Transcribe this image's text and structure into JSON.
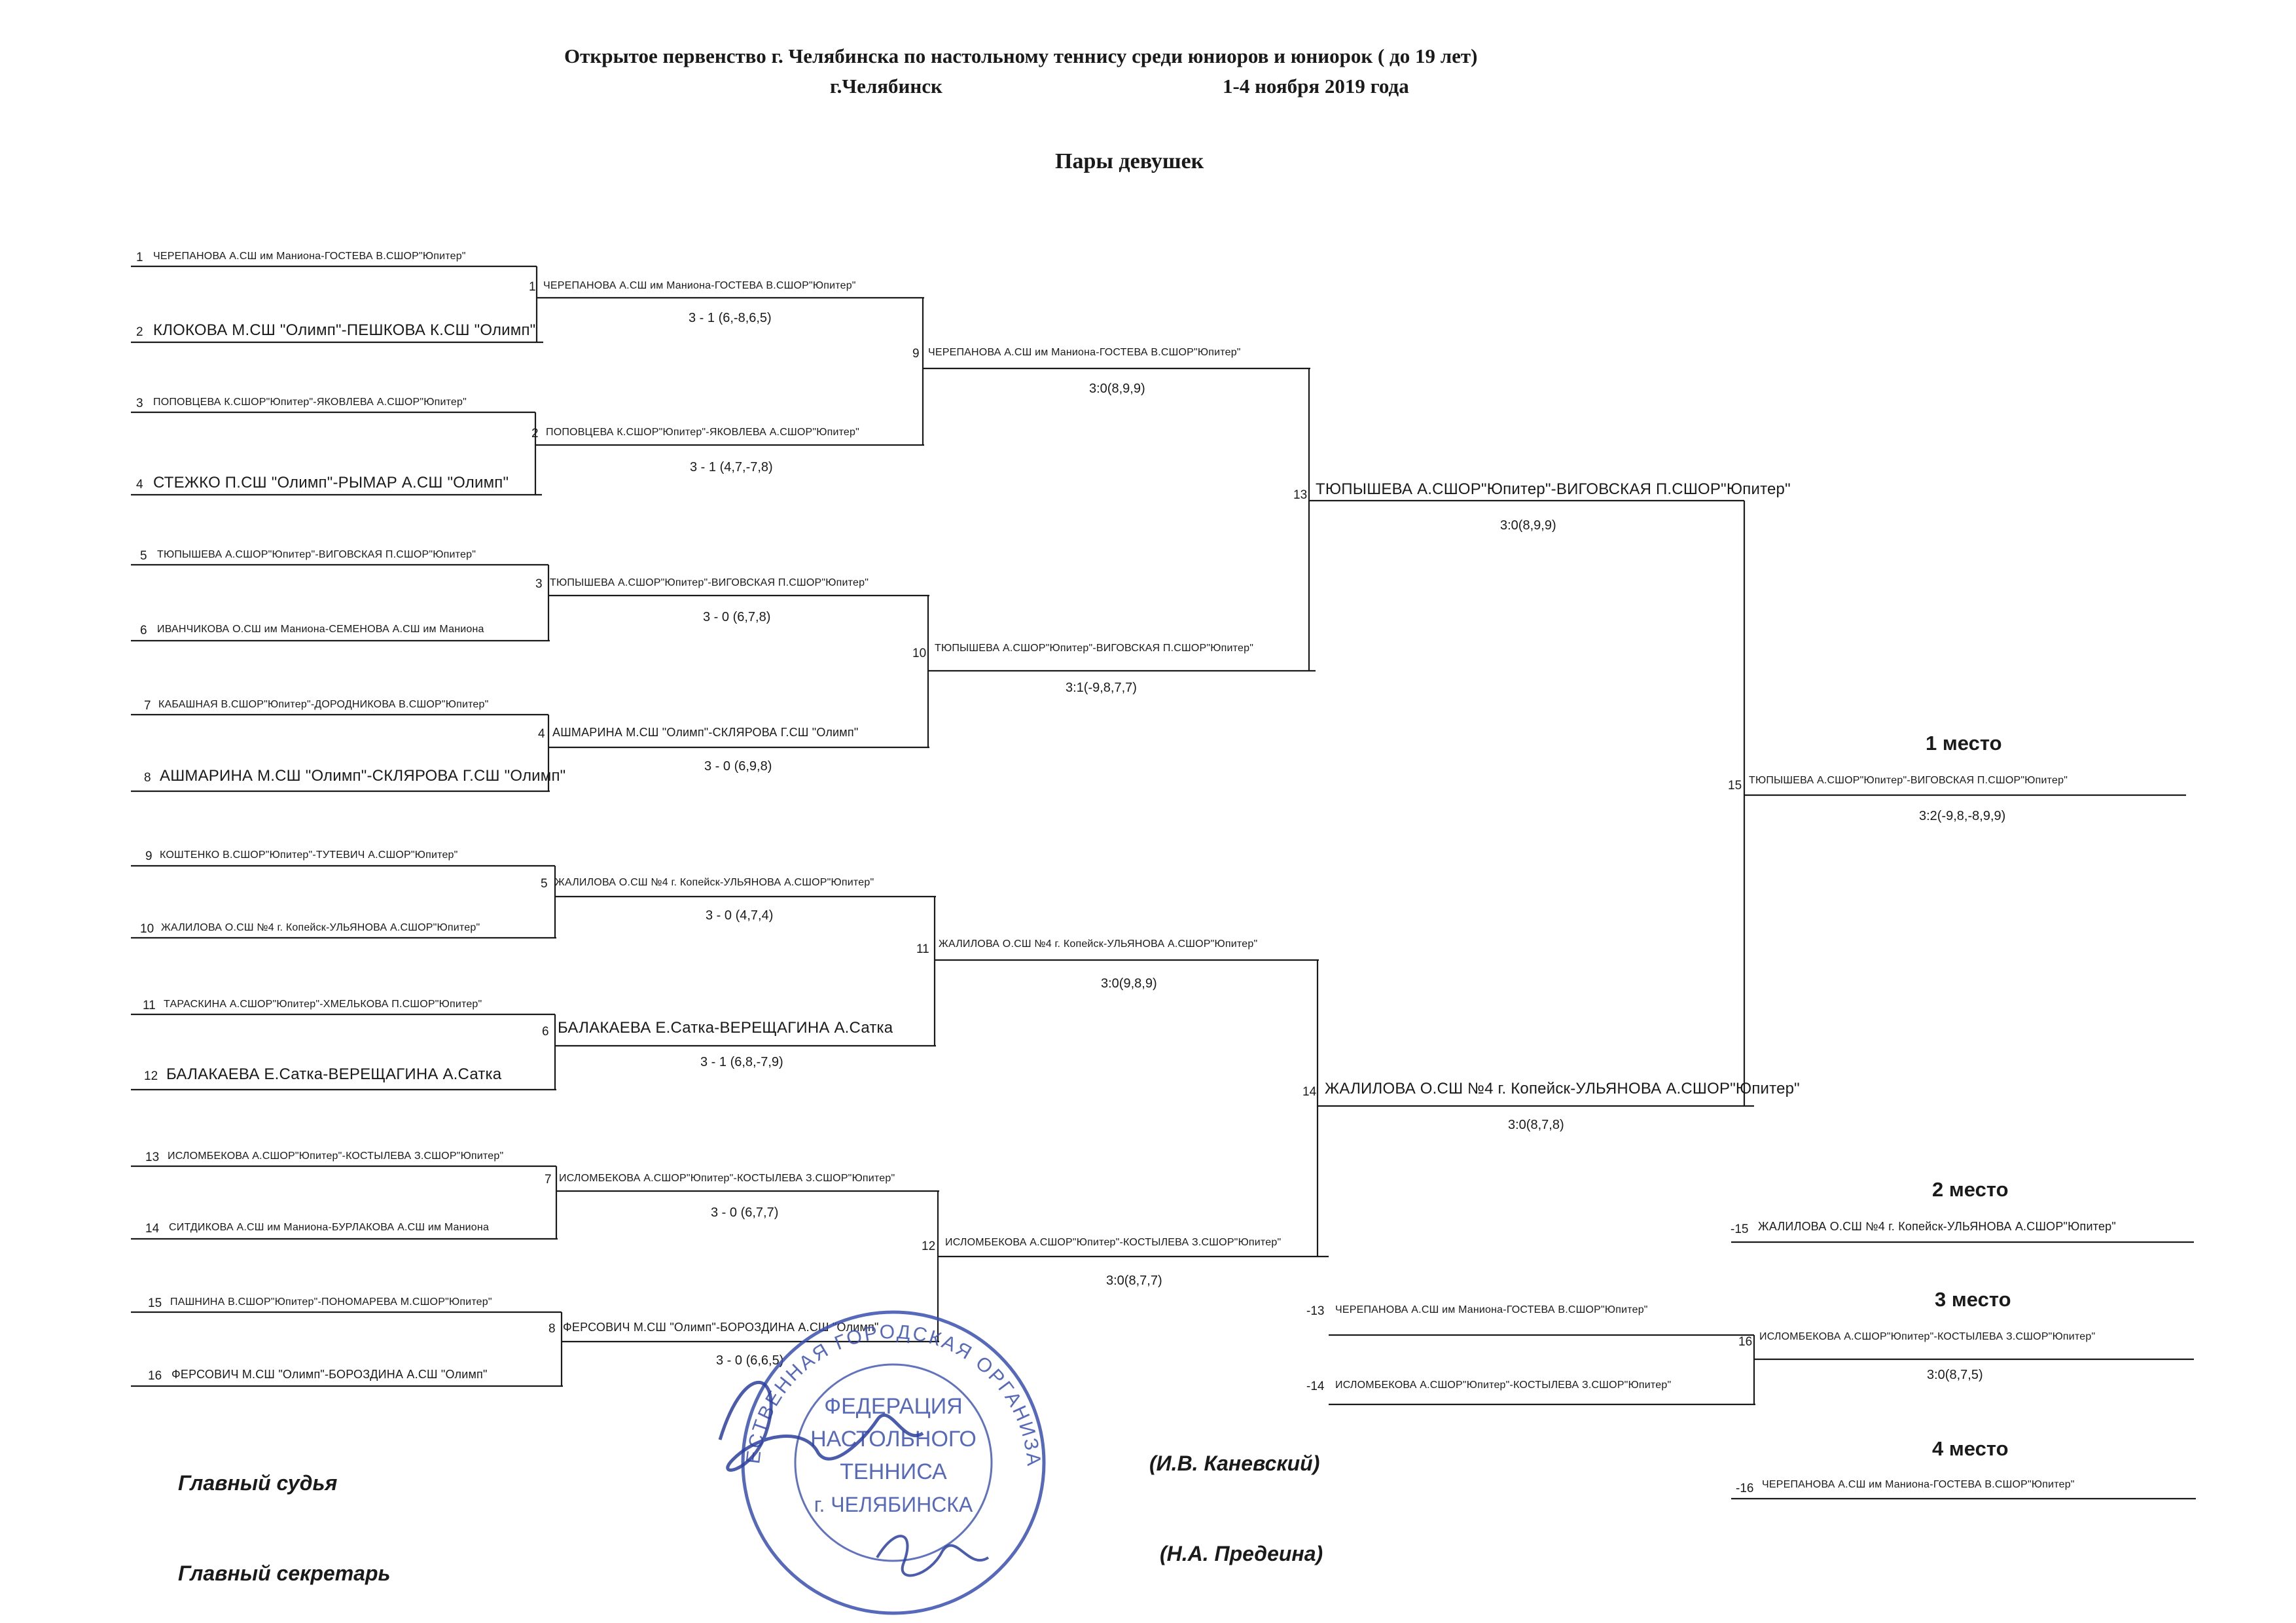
{
  "header": {
    "line1": "Открытое первенство г. Челябинска по настольному теннису среди юниоров и юниорок ( до 19 лет)",
    "city": "г.Челябинск",
    "dates": "1-4 ноября  2019 года",
    "title": "Пары девушек"
  },
  "round1": [
    {
      "seed": "1",
      "pair": "ЧЕРЕПАНОВА А.СШ им Маниона-ГОСТЕВА В.СШОР\"Юпитер\""
    },
    {
      "seed": "2",
      "pair": "КЛОКОВА М.СШ \"Олимп\"-ПЕШКОВА К.СШ \"Олимп\""
    },
    {
      "seed": "3",
      "pair": "ПОПОВЦЕВА К.СШОР\"Юпитер\"-ЯКОВЛЕВА А.СШОР\"Юпитер\""
    },
    {
      "seed": "4",
      "pair": "СТЕЖКО П.СШ \"Олимп\"-РЫМАР А.СШ \"Олимп\""
    },
    {
      "seed": "5",
      "pair": "ТЮПЫШЕВА А.СШОР\"Юпитер\"-ВИГОВСКАЯ П.СШОР\"Юпитер\""
    },
    {
      "seed": "6",
      "pair": "ИВАНЧИКОВА О.СШ им Маниона-СЕМЕНОВА А.СШ им Маниона"
    },
    {
      "seed": "7",
      "pair": "КАБАШНАЯ В.СШОР\"Юпитер\"-ДОРОДНИКОВА В.СШОР\"Юпитер\""
    },
    {
      "seed": "8",
      "pair": "АШМАРИНА М.СШ \"Олимп\"-СКЛЯРОВА Г.СШ \"Олимп\""
    },
    {
      "seed": "9",
      "pair": "КОШТЕНКО В.СШОР\"Юпитер\"-ТУТЕВИЧ А.СШОР\"Юпитер\""
    },
    {
      "seed": "10",
      "pair": "ЖАЛИЛОВА О.СШ №4 г. Копейск-УЛЬЯНОВА А.СШОР\"Юпитер\""
    },
    {
      "seed": "11",
      "pair": "ТАРАСКИНА А.СШОР\"Юпитер\"-ХМЕЛЬКОВА П.СШОР\"Юпитер\""
    },
    {
      "seed": "12",
      "pair": "БАЛАКАЕВА Е.Сатка-ВЕРЕЩАГИНА А.Сатка"
    },
    {
      "seed": "13",
      "pair": "ИСЛОМБЕКОВА А.СШОР\"Юпитер\"-КОСТЫЛЕВА З.СШОР\"Юпитер\""
    },
    {
      "seed": "14",
      "pair": "СИТДИКОВА А.СШ им Маниона-БУРЛАКОВА А.СШ им Маниона"
    },
    {
      "seed": "15",
      "pair": "ПАШНИНА В.СШОР\"Юпитер\"-ПОНОМАРЕВА М.СШОР\"Юпитер\""
    },
    {
      "seed": "16",
      "pair": "ФЕРСОВИЧ М.СШ \"Олимп\"-БОРОЗДИНА А.СШ \"Олимп\""
    }
  ],
  "round2": [
    {
      "match": "1",
      "winner": "ЧЕРЕПАНОВА А.СШ им Маниона-ГОСТЕВА В.СШОР\"Юпитер\"",
      "score": "3 - 1 (6,-8,6,5)"
    },
    {
      "match": "2",
      "winner": "ПОПОВЦЕВА К.СШОР\"Юпитер\"-ЯКОВЛЕВА А.СШОР\"Юпитер\"",
      "score": "3 - 1 (4,7,-7,8)"
    },
    {
      "match": "3",
      "winner": "ТЮПЫШЕВА А.СШОР\"Юпитер\"-ВИГОВСКАЯ П.СШОР\"Юпитер\"",
      "score": "3 - 0 (6,7,8)"
    },
    {
      "match": "4",
      "winner": "АШМАРИНА М.СШ \"Олимп\"-СКЛЯРОВА Г.СШ \"Олимп\"",
      "score": "3 - 0 (6,9,8)"
    },
    {
      "match": "5",
      "winner": "ЖАЛИЛОВА О.СШ №4 г. Копейск-УЛЬЯНОВА А.СШОР\"Юпитер\"",
      "score": "3 - 0 (4,7,4)"
    },
    {
      "match": "6",
      "winner": "БАЛАКАЕВА Е.Сатка-ВЕРЕЩАГИНА А.Сатка",
      "score": "3 - 1 (6,8,-7,9)"
    },
    {
      "match": "7",
      "winner": "ИСЛОМБЕКОВА А.СШОР\"Юпитер\"-КОСТЫЛЕВА З.СШОР\"Юпитер\"",
      "score": "3 - 0 (6,7,7)"
    },
    {
      "match": "8",
      "winner": "ФЕРСОВИЧ М.СШ \"Олимп\"-БОРОЗДИНА А.СШ \"Олимп\"",
      "score": "3 - 0 (6,6,5)"
    }
  ],
  "round3": [
    {
      "match": "9",
      "winner": "ЧЕРЕПАНОВА А.СШ им Маниона-ГОСТЕВА В.СШОР\"Юпитер\"",
      "score": "3:0(8,9,9)"
    },
    {
      "match": "10",
      "winner": "ТЮПЫШЕВА А.СШОР\"Юпитер\"-ВИГОВСКАЯ П.СШОР\"Юпитер\"",
      "score": "3:1(-9,8,7,7)"
    },
    {
      "match": "11",
      "winner": "ЖАЛИЛОВА О.СШ №4 г. Копейск-УЛЬЯНОВА А.СШОР\"Юпитер\"",
      "score": "3:0(9,8,9)"
    },
    {
      "match": "12",
      "winner": "ИСЛОМБЕКОВА А.СШОР\"Юпитер\"-КОСТЫЛЕВА З.СШОР\"Юпитер\"",
      "score": "3:0(8,7,7)"
    }
  ],
  "semis": [
    {
      "match": "13",
      "winner": "ТЮПЫШЕВА А.СШОР\"Юпитер\"-ВИГОВСКАЯ П.СШОР\"Юпитер\"",
      "score": "3:0(8,9,9)"
    },
    {
      "match": "14",
      "winner": "ЖАЛИЛОВА О.СШ №4 г. Копейск-УЛЬЯНОВА А.СШОР\"Юпитер\"",
      "score": "3:0(8,7,8)"
    }
  ],
  "final": {
    "match": "15",
    "winner": "ТЮПЫШЕВА А.СШОР\"Юпитер\"-ВИГОВСКАЯ П.СШОР\"Юпитер\"",
    "score": "3:2(-9,8,-8,9,9)"
  },
  "third_place_match": {
    "entry_a": {
      "code": "-13",
      "pair": "ЧЕРЕПАНОВА А.СШ им Маниона-ГОСТЕВА В.СШОР\"Юпитер\""
    },
    "entry_b": {
      "code": "-14",
      "pair": "ИСЛОМБЕКОВА А.СШОР\"Юпитер\"-КОСТЫЛЕВА З.СШОР\"Юпитер\""
    },
    "match": "16",
    "winner": "ИСЛОМБЕКОВА А.СШОР\"Юпитер\"-КОСТЫЛЕВА З.СШОР\"Юпитер\"",
    "score": "3:0(8,7,5)"
  },
  "places": {
    "first_label": "1 место",
    "second_label": "2 место",
    "second_code": "-15",
    "second_pair": "ЖАЛИЛОВА О.СШ №4 г. Копейск-УЛЬЯНОВА А.СШОР\"Юпитер\"",
    "third_label": "3 место",
    "fourth_label": "4  место",
    "fourth_code": "-16",
    "fourth_pair": "ЧЕРЕПАНОВА А.СШ им Маниона-ГОСТЕВА В.СШОР\"Юпитер\""
  },
  "officials": {
    "judge_label": "Главный судья",
    "judge_name": "(И.В. Каневский)",
    "secretary_label": "Главный секретарь",
    "secretary_name": "(Н.А. Предеина)"
  },
  "stamp": {
    "top_text": "ОБЩЕСТВЕННАЯ ГОРОДСКАЯ ОРГАНИЗАЦИЯ",
    "line1": "ФЕДЕРАЦИЯ",
    "line2": "НАСТОЛЬНОГО",
    "line3": "ТЕННИСА",
    "line4": "г. ЧЕЛЯБИНСКА"
  },
  "colors": {
    "ink": "#1a1a1a",
    "stamp": "#3a4fae",
    "signature": "#2b3f9e"
  }
}
